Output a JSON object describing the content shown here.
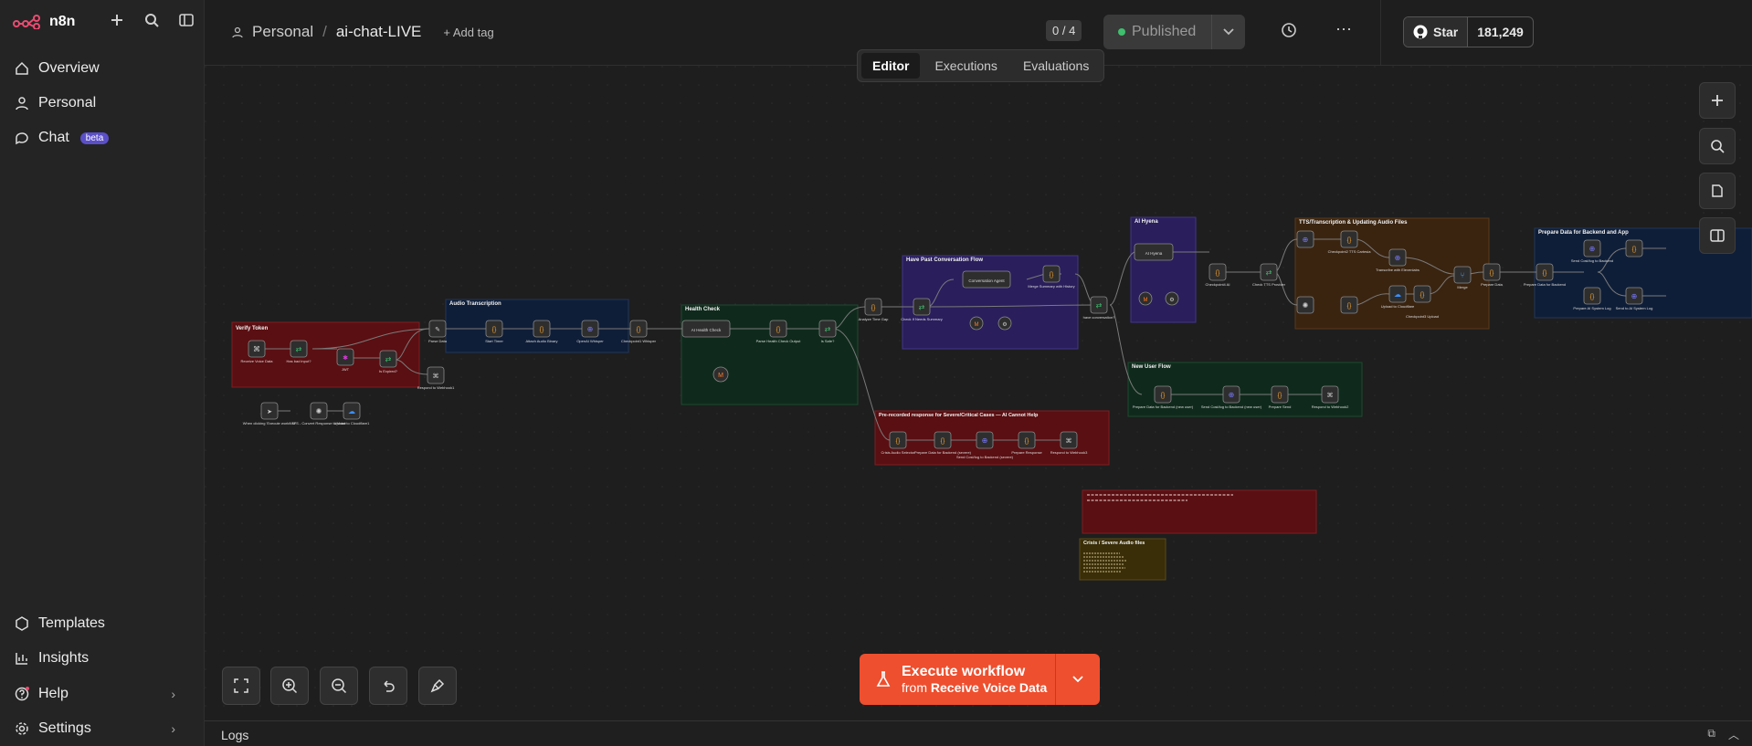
{
  "app": {
    "logo_text": "n8n"
  },
  "sidebar": {
    "nav": [
      {
        "label": "Overview"
      },
      {
        "label": "Personal"
      },
      {
        "label": "Chat",
        "badge": "beta"
      }
    ],
    "bottom": [
      {
        "label": "Templates"
      },
      {
        "label": "Insights"
      },
      {
        "label": "Help"
      },
      {
        "label": "Settings"
      }
    ]
  },
  "header": {
    "project": "Personal",
    "workflow_name": "ai-chat-LIVE",
    "add_tag": "+ Add tag",
    "counter": "0 / 4",
    "published_label": "Published",
    "github_star_label": "Star",
    "github_stars": "181,249"
  },
  "tabs": [
    {
      "label": "Editor"
    },
    {
      "label": "Executions"
    },
    {
      "label": "Evaluations"
    }
  ],
  "execute": {
    "title": "Execute workflow",
    "from_prefix": "from",
    "from_node": "Receive Voice Data"
  },
  "logs": {
    "label": "Logs"
  },
  "colors": {
    "accent": "#ee4f2e",
    "published_dot": "#3fbf6d",
    "sticky_red": "#5a0f12",
    "sticky_blue": "#0f1e38",
    "sticky_green": "#0f2a1c",
    "sticky_purple": "#2a1e5c",
    "sticky_orange": "#3a2410",
    "sticky_yellow": "#3a2e08"
  },
  "groups": [
    {
      "title": "Verify Token"
    },
    {
      "title": "Audio Transcription"
    },
    {
      "title": "Health Check"
    },
    {
      "title": "Have Past Conversation Flow"
    },
    {
      "title": "AI Hyena"
    },
    {
      "title": "TTS/Transcription & Updating Audio Files"
    },
    {
      "title": "Prepare Data for Backend and App"
    },
    {
      "title": "New User Flow"
    },
    {
      "title": "Pre-recorded response for Severe/Critical Cases — AI Cannot Help"
    },
    {
      "title": "Crisis / Severe Audio files"
    }
  ],
  "nodes": [
    "Receive Voice Data",
    "Has bad input?",
    "JWT",
    "Is Expired?",
    "Respond to Webhook1",
    "Parse Data",
    "Start Timer",
    "Attach Audio Binary",
    "OpenAI Whisper",
    "Checkpoint1 Whisper",
    "AI Health Check",
    "Parse Health Check Output",
    "Is Safe?",
    "Analyze Time Gap",
    "Check If Needs Summary",
    "Conversation Agent",
    "Merge Summary with History",
    "have conversation?",
    "AI Hyena",
    "Checkpoint4 AI",
    "Check TTS Provider",
    "Checkpoint2 TTS Cartesia",
    "Transcribe with Elevenlabs",
    "Upload to Cloudflare",
    "Checkpoint3 Upload",
    "Merge",
    "Prepare Data",
    "Prepare Data for Backend",
    "Send Cost/log to Backend",
    "Prepare AI System Log",
    "Send to AI System Log",
    "Prepare Data for Backend (new user)",
    "Send Cost/log to Backend (new user)",
    "Prepare Send",
    "Respond to Webhook2",
    "Crisis Audio Selector",
    "Prepare Data for Backend (severe)",
    "Send Cost/log to Backend (severe)",
    "Prepare Response",
    "Respond to Webhook3",
    "When clicking 'Execute workflow'",
    "TTS - Convert Response to Voice",
    "Upload to Cloudflare1"
  ]
}
